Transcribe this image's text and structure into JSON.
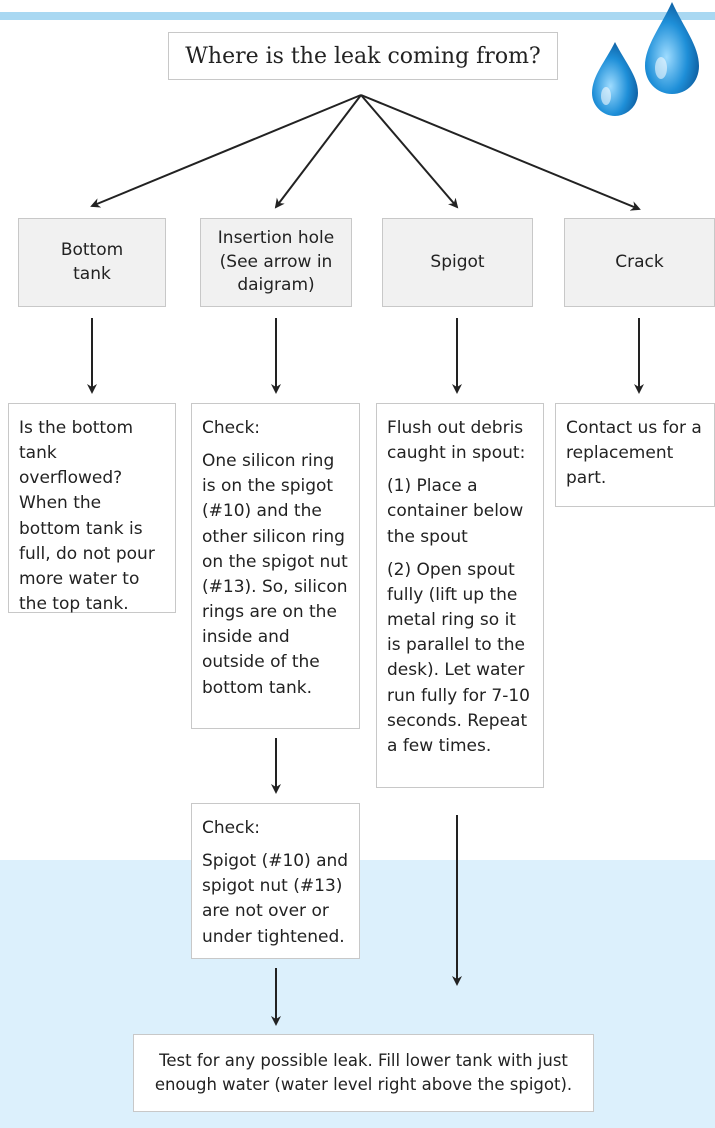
{
  "question": "Where is the leak coming from?",
  "categories": [
    {
      "label": "Bottom\ntank"
    },
    {
      "label": "Insertion hole\n(See arrow in\ndaigram)"
    },
    {
      "label": "Spigot"
    },
    {
      "label": "Crack"
    }
  ],
  "details": {
    "bottom_tank": "Is the bottom tank overflowed? When the bottom tank is full, do not pour more water to the top tank.",
    "insertion_check_1": {
      "heading": "Check:",
      "text": "One silicon ring is on the spigot (#10) and the other silicon ring on the spigot nut (#13). So, silicon rings are on the inside and outside of the bottom tank."
    },
    "insertion_check_2": {
      "heading": "Check:",
      "text": "Spigot (#10) and spigot nut (#13) are not over or under tightened."
    },
    "spigot": {
      "intro": "Flush out debris caught in spout:",
      "step_1": "(1) Place a container below the spout",
      "step_2": "(2) Open spout fully (lift up the metal ring so it is parallel to the desk). Let water run fully for 7-10 seconds. Repeat a few times."
    },
    "crack": "Contact us for a replacement part."
  },
  "final_step": "Test for any possible leak. Fill lower tank with just enough water (water level right above the spigot).",
  "colors": {
    "water_band": "#dcf0fc",
    "top_stripe": "#a9d8f2",
    "drop": "#1e8fd8"
  },
  "icons": [
    "water-drop-icon",
    "water-drop-icon"
  ]
}
